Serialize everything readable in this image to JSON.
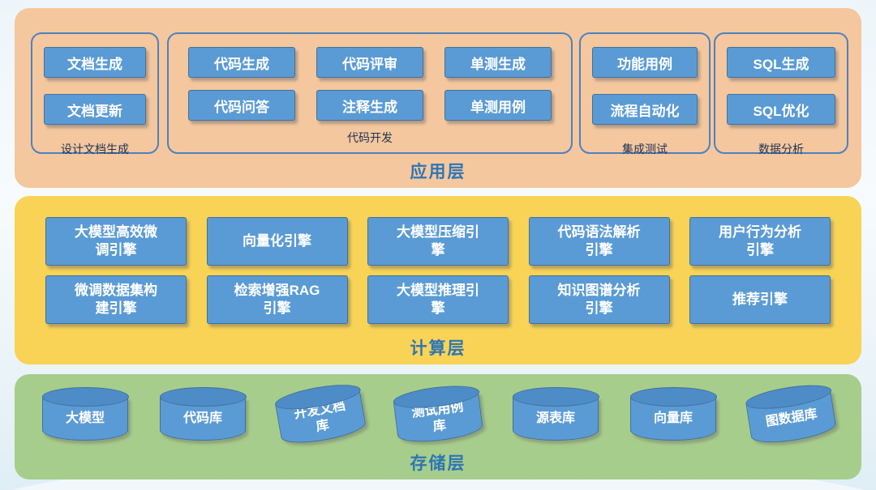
{
  "layers": {
    "application": {
      "title": "应用层",
      "groups": [
        {
          "label": "设计文档生成",
          "items": [
            "文档生成",
            "文档更新"
          ]
        },
        {
          "label": "代码开发",
          "items": [
            "代码生成",
            "代码评审",
            "单测生成",
            "代码问答",
            "注释生成",
            "单测用例"
          ]
        },
        {
          "label": "集成测试",
          "items": [
            "功能用例",
            "流程自动化"
          ]
        },
        {
          "label": "数据分析",
          "items": [
            "SQL生成",
            "SQL优化"
          ]
        }
      ]
    },
    "compute": {
      "title": "计算层",
      "row1": [
        "大模型高效微调引擎",
        "向量化引擎",
        "大模型压缩引擎",
        "代码语法解析引擎",
        "用户行为分析引擎"
      ],
      "row2": [
        "微调数据集构建引擎",
        "检索增强RAG引擎",
        "大模型推理引擎",
        "知识图谱分析引擎",
        "推荐引擎"
      ]
    },
    "storage": {
      "title": "存储层",
      "items": [
        "大模型",
        "代码库",
        "开发文档库",
        "测试用例库",
        "源表库",
        "向量库",
        "图数据库"
      ]
    }
  },
  "colors": {
    "application_bg": "#f4c79f",
    "compute_bg": "#f8d355",
    "storage_bg": "#a7cd8c",
    "node_fill": "#5b9bd5",
    "node_top": "#4e8cc8",
    "node_border": "#41719c",
    "layer_title": "#2e75b6",
    "group_border": "#4f81bd",
    "group_label": "#1f3350"
  }
}
